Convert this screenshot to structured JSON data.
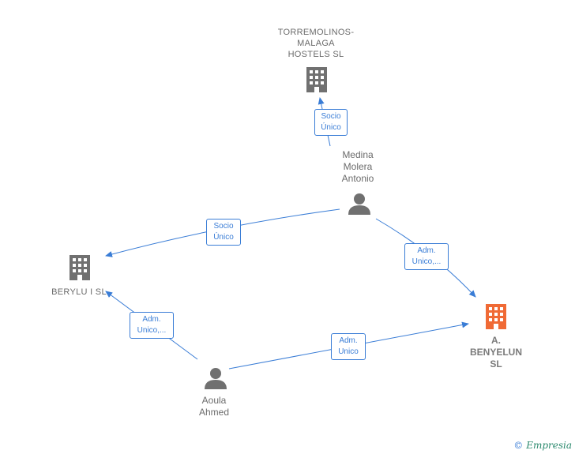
{
  "nodes": {
    "torremolinos": {
      "label": "TORREMOLINOS-\nMALAGA\nHOSTELS  SL",
      "icon": "building-icon",
      "color": "#707070"
    },
    "medina": {
      "label": "Medina\nMolera\nAntonio",
      "icon": "person-icon",
      "color": "#707070"
    },
    "berylu": {
      "label": "BERYLU I SL",
      "icon": "building-icon",
      "color": "#707070"
    },
    "benyelun": {
      "label": "A.\nBENYELUN\nSL",
      "icon": "building-icon",
      "color": "#f06a35"
    },
    "aoula": {
      "label": "Aoula\nAhmed",
      "icon": "person-icon",
      "color": "#707070"
    }
  },
  "edges": {
    "medina_torremolinos": "Socio\nÚnico",
    "medina_berylu": "Socio\nÚnico",
    "medina_benyelun": "Adm.\nUnico,...",
    "aoula_berylu": "Adm.\nUnico,...",
    "aoula_benyelun": "Adm.\nUnico"
  },
  "footer": {
    "copyright": "©",
    "brand": "Empresia"
  },
  "colors": {
    "edge": "#3a7dd6",
    "node": "#707070",
    "focus": "#f06a35"
  }
}
